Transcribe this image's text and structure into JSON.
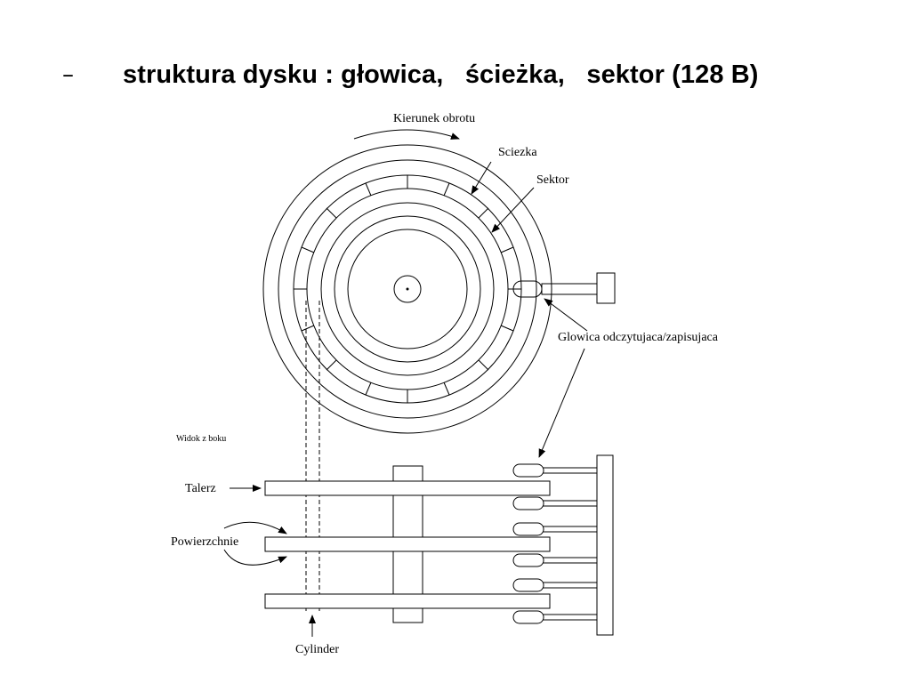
{
  "slide": {
    "bullet": "–",
    "title": "struktura dysku : głowica,   ścieżka,   sektor (128 B)"
  },
  "diagram": {
    "top_view": {
      "rotation_label": "Kierunek obrotu",
      "track_label": "Sciezka",
      "sector_label": "Sektor",
      "head_label": "Glowica odczytujaca/zapisujaca"
    },
    "side_view": {
      "title": "Widok z boku",
      "platter_label": "Talerz",
      "surfaces_label": "Powierzchnie",
      "cylinder_label": "Cylinder"
    }
  }
}
